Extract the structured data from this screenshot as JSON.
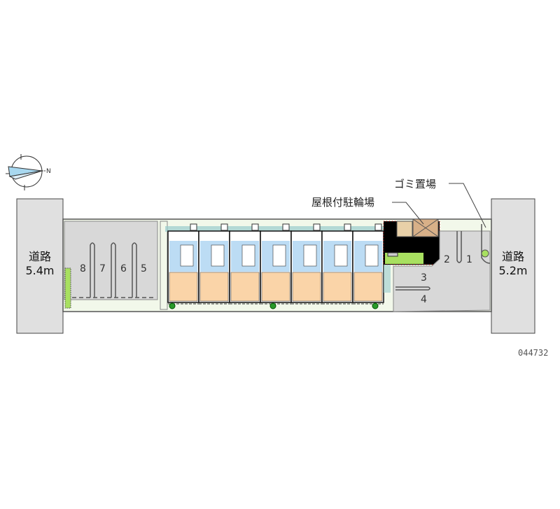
{
  "roads": {
    "left": {
      "name": "道路",
      "width": "5.4m"
    },
    "right": {
      "name": "道路",
      "width": "5.2m"
    }
  },
  "labels": {
    "bike_parking": "屋根付駐輪場",
    "garbage": "ゴミ置場"
  },
  "parking_spaces": [
    "1",
    "2",
    "3",
    "4",
    "5",
    "6",
    "7",
    "8"
  ],
  "property_id": "044732",
  "unit_count": 7,
  "colors": {
    "road": "#e0e0e0",
    "lot": "#d8d8d8",
    "room_blue": "#bcdcf4",
    "room_orange": "#fad4a8",
    "green": "#a8e060",
    "bike": "#000000"
  }
}
